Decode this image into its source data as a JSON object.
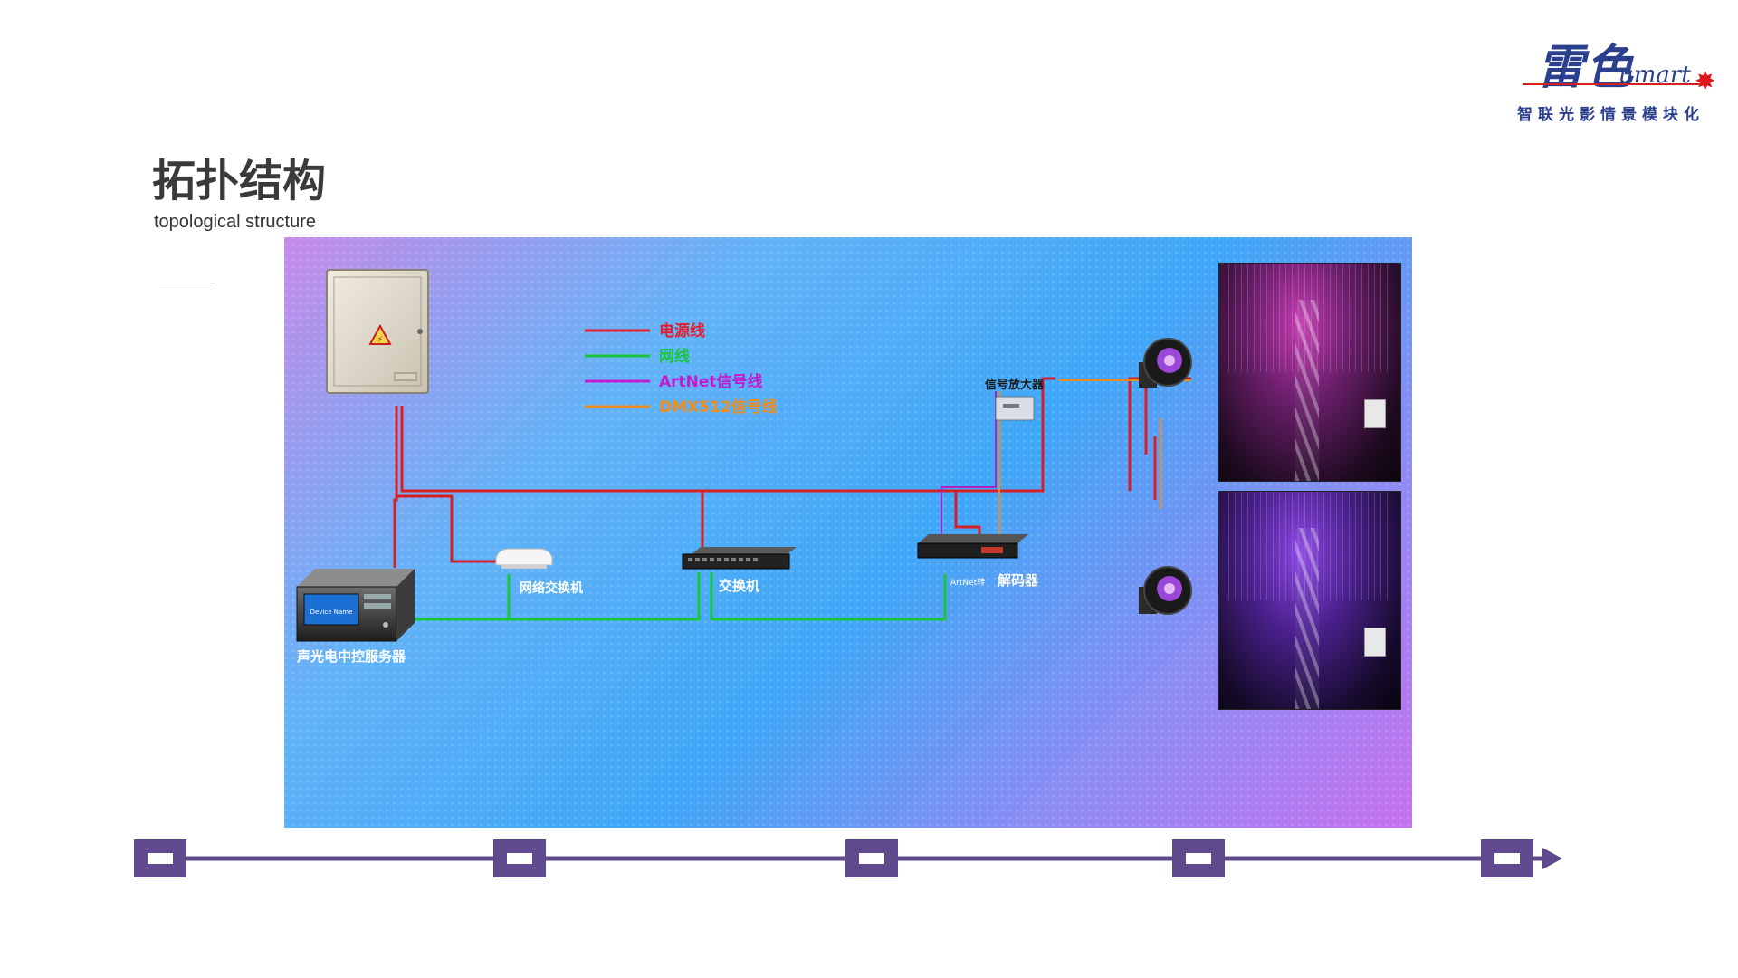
{
  "logo": {
    "script": "雷色",
    "brand": "umart",
    "tagline": "智联光影情景模块化"
  },
  "heading": {
    "title": "拓扑结构",
    "subtitle": "topological structure"
  },
  "legend": [
    {
      "label": "电源线",
      "color": "#e41e2a"
    },
    {
      "label": "网线",
      "color": "#19c63a"
    },
    {
      "label": "ArtNet信号线",
      "color": "#c21bd0"
    },
    {
      "label": "DMX512信号线",
      "color": "#f08c1c"
    }
  ],
  "devices": {
    "server": "声光电中控服务器",
    "router": "网络交换机",
    "switch": "交换机",
    "decoder": "解码器",
    "decoder_prefix": "ArtNet转",
    "amplifier": "信号放大器",
    "screen_text": "Device Name"
  },
  "colors": {
    "timeline": "#5e4a8c",
    "power": "#e41e2a",
    "network": "#19c63a"
  }
}
